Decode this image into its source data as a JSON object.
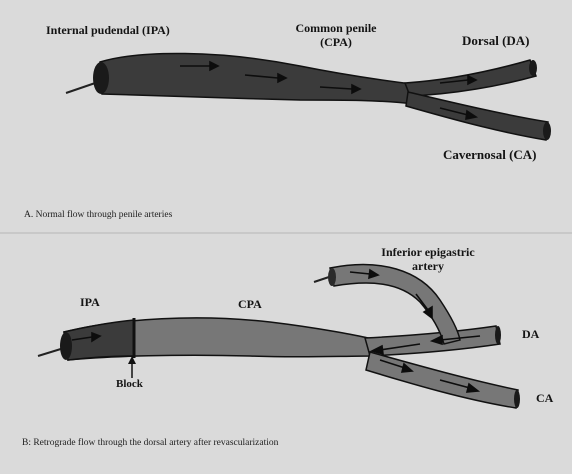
{
  "panel_a": {
    "labels": {
      "ipa": "Internal pudendal (IPA)",
      "cpa": "Common penile\n(CPA)",
      "da": "Dorsal (DA)",
      "ca": "Cavernosal (CA)"
    },
    "caption": "A. Normal flow through penile arteries"
  },
  "panel_b": {
    "labels": {
      "iea": "Inferior epigastric\nartery",
      "ipa": "IPA",
      "cpa": "CPA",
      "da": "DA",
      "ca": "CA",
      "block": "Block"
    },
    "caption": "B: Retrograde flow through the dorsal artery after revascularization"
  },
  "colors": {
    "vessel_a": "#3b3b3b",
    "vessel_b": "#777777",
    "outline": "#111111",
    "arrow": "#0d0d0d",
    "background": "#dadada"
  }
}
